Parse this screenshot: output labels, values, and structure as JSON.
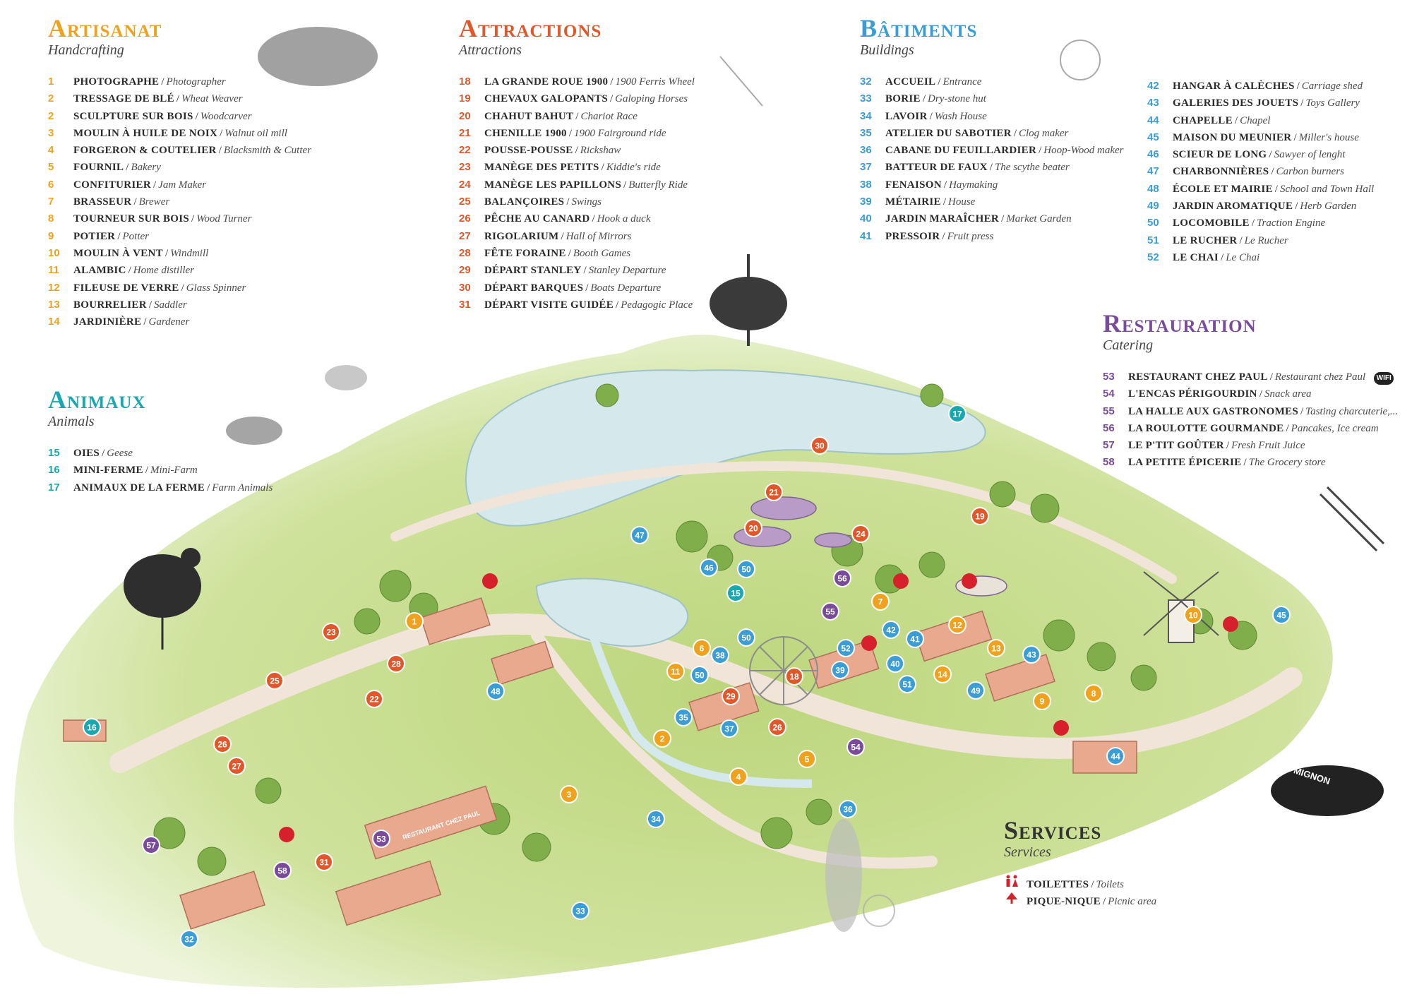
{
  "artisanat": {
    "title": "Artisanat",
    "subtitle": "Handcrafting",
    "items": [
      {
        "num": "1",
        "fr": "Photographe",
        "en": "Photographer"
      },
      {
        "num": "2",
        "fr": "Tressage de blé",
        "en": "Wheat Weaver"
      },
      {
        "num": "2",
        "fr": "Sculpture sur bois",
        "en": "Woodcarver"
      },
      {
        "num": "3",
        "fr": "Moulin à huile de noix",
        "en": "Walnut oil mill"
      },
      {
        "num": "4",
        "fr": "Forgeron & coutelier",
        "en": "Blacksmith & Cutter"
      },
      {
        "num": "5",
        "fr": "Fournil",
        "en": "Bakery"
      },
      {
        "num": "6",
        "fr": "Confiturier",
        "en": "Jam Maker"
      },
      {
        "num": "7",
        "fr": "Brasseur",
        "en": "Brewer"
      },
      {
        "num": "8",
        "fr": "Tourneur sur bois",
        "en": "Wood Turner"
      },
      {
        "num": "9",
        "fr": "Potier",
        "en": "Potter"
      },
      {
        "num": "10",
        "fr": "Moulin à vent",
        "en": "Windmill"
      },
      {
        "num": "11",
        "fr": "Alambic",
        "en": "Home distiller"
      },
      {
        "num": "12",
        "fr": "Fileuse de verre",
        "en": "Glass Spinner"
      },
      {
        "num": "13",
        "fr": "Bourrelier",
        "en": "Saddler"
      },
      {
        "num": "14",
        "fr": "Jardinière",
        "en": "Gardener"
      }
    ]
  },
  "attractions": {
    "title": "Attractions",
    "subtitle": "Attractions",
    "items": [
      {
        "num": "18",
        "fr": "La Grande Roue 1900",
        "en": "1900 Ferris Wheel"
      },
      {
        "num": "19",
        "fr": "Chevaux Galopants",
        "en": "Galoping Horses"
      },
      {
        "num": "20",
        "fr": "Chahut Bahut",
        "en": "Chariot Race"
      },
      {
        "num": "21",
        "fr": "Chenille 1900",
        "en": "1900 Fairground ride"
      },
      {
        "num": "22",
        "fr": "Pousse-pousse",
        "en": "Rickshaw"
      },
      {
        "num": "23",
        "fr": "Manège des petits",
        "en": "Kiddie's ride"
      },
      {
        "num": "24",
        "fr": "Manège les papillons",
        "en": "Butterfly Ride"
      },
      {
        "num": "25",
        "fr": "Balançoires",
        "en": "Swings"
      },
      {
        "num": "26",
        "fr": "Pêche au canard",
        "en": "Hook a duck"
      },
      {
        "num": "27",
        "fr": "Rigolarium",
        "en": "Hall of Mirrors"
      },
      {
        "num": "28",
        "fr": "Fête foraine",
        "en": "Booth Games"
      },
      {
        "num": "29",
        "fr": "Départ Stanley",
        "en": "Stanley Departure"
      },
      {
        "num": "30",
        "fr": "Départ barques",
        "en": "Boats Departure"
      },
      {
        "num": "31",
        "fr": "Départ visite guidée",
        "en": "Pedagogic Place"
      }
    ]
  },
  "batiments": {
    "title": "Bâtiments",
    "subtitle": "Buildings",
    "col1": [
      {
        "num": "32",
        "fr": "Accueil",
        "en": "Entrance"
      },
      {
        "num": "33",
        "fr": "Borie",
        "en": "Dry-stone hut"
      },
      {
        "num": "34",
        "fr": "Lavoir",
        "en": "Wash House"
      },
      {
        "num": "35",
        "fr": "Atelier du sabotier",
        "en": "Clog maker"
      },
      {
        "num": "36",
        "fr": "Cabane du feuillardier",
        "en": "Hoop-Wood maker"
      },
      {
        "num": "37",
        "fr": "Batteur de faux",
        "en": "The scythe beater"
      },
      {
        "num": "38",
        "fr": "Fenaison",
        "en": "Haymaking"
      },
      {
        "num": "39",
        "fr": "Métairie",
        "en": "House"
      },
      {
        "num": "40",
        "fr": "Jardin maraîcher",
        "en": "Market Garden"
      },
      {
        "num": "41",
        "fr": "Pressoir",
        "en": "Fruit press"
      }
    ],
    "col2": [
      {
        "num": "42",
        "fr": "Hangar à calèches",
        "en": "Carriage shed"
      },
      {
        "num": "43",
        "fr": "Galeries des jouets",
        "en": "Toys Gallery"
      },
      {
        "num": "44",
        "fr": "Chapelle",
        "en": "Chapel"
      },
      {
        "num": "45",
        "fr": "Maison du meunier",
        "en": "Miller's house"
      },
      {
        "num": "46",
        "fr": "Scieur de long",
        "en": "Sawyer of lenght"
      },
      {
        "num": "47",
        "fr": "Charbonnières",
        "en": "Carbon burners"
      },
      {
        "num": "48",
        "fr": "École et mairie",
        "en": "School and Town Hall"
      },
      {
        "num": "49",
        "fr": "Jardin aromatique",
        "en": "Herb Garden"
      },
      {
        "num": "50",
        "fr": "Locomobile",
        "en": "Traction Engine"
      },
      {
        "num": "51",
        "fr": "Le rucher",
        "en": "Le Rucher"
      },
      {
        "num": "52",
        "fr": "Le chai",
        "en": "Le Chai"
      }
    ]
  },
  "animaux": {
    "title": "Animaux",
    "subtitle": "Animals",
    "items": [
      {
        "num": "15",
        "fr": "Oies",
        "en": "Geese"
      },
      {
        "num": "16",
        "fr": "Mini-ferme",
        "en": "Mini-Farm"
      },
      {
        "num": "17",
        "fr": "Animaux de la ferme",
        "en": "Farm Animals"
      }
    ]
  },
  "restauration": {
    "title": "Restauration",
    "subtitle": "Catering",
    "wifi_label": "WIFI",
    "items": [
      {
        "num": "53",
        "fr": "Restaurant chez Paul",
        "en": "Restaurant chez Paul"
      },
      {
        "num": "54",
        "fr": "L'encas périgourdin",
        "en": "Snack area"
      },
      {
        "num": "55",
        "fr": "La halle aux gastronomes",
        "en": "Tasting charcuterie,..."
      },
      {
        "num": "56",
        "fr": "La roulotte gourmande",
        "en": "Pancakes, Ice cream"
      },
      {
        "num": "57",
        "fr": "Le p'tit goûter",
        "en": "Fresh Fruit Juice"
      },
      {
        "num": "58",
        "fr": "La petite épicerie",
        "en": "The Grocery store"
      }
    ]
  },
  "services": {
    "title": "Services",
    "subtitle": "Services",
    "items": [
      {
        "icon": "toilets-icon",
        "fr": "Toilettes",
        "en": "Toilets"
      },
      {
        "icon": "picnic-icon",
        "fr": "Pique-nique",
        "en": "Picnic area"
      }
    ]
  },
  "map": {
    "restaurant_sign": "RESTAURANT CHEZ PAUL",
    "hat_ribbon": "MIGNON",
    "markers": [
      {
        "n": "1",
        "c": "artisanat"
      },
      {
        "n": "2",
        "c": "artisanat"
      },
      {
        "n": "3",
        "c": "artisanat"
      },
      {
        "n": "4",
        "c": "artisanat"
      },
      {
        "n": "5",
        "c": "artisanat"
      },
      {
        "n": "6",
        "c": "artisanat"
      },
      {
        "n": "7",
        "c": "artisanat"
      },
      {
        "n": "8",
        "c": "artisanat"
      },
      {
        "n": "9",
        "c": "artisanat"
      },
      {
        "n": "10",
        "c": "artisanat"
      },
      {
        "n": "11",
        "c": "artisanat"
      },
      {
        "n": "12",
        "c": "artisanat"
      },
      {
        "n": "13",
        "c": "artisanat"
      },
      {
        "n": "14",
        "c": "artisanat"
      },
      {
        "n": "15",
        "c": "animaux"
      },
      {
        "n": "16",
        "c": "animaux"
      },
      {
        "n": "17",
        "c": "animaux"
      },
      {
        "n": "18",
        "c": "attractions"
      },
      {
        "n": "19",
        "c": "attractions"
      },
      {
        "n": "20",
        "c": "attractions"
      },
      {
        "n": "21",
        "c": "attractions"
      },
      {
        "n": "22",
        "c": "attractions"
      },
      {
        "n": "23",
        "c": "attractions"
      },
      {
        "n": "24",
        "c": "attractions"
      },
      {
        "n": "25",
        "c": "attractions"
      },
      {
        "n": "26",
        "c": "attractions"
      },
      {
        "n": "26",
        "c": "attractions"
      },
      {
        "n": "27",
        "c": "attractions"
      },
      {
        "n": "28",
        "c": "attractions"
      },
      {
        "n": "29",
        "c": "attractions"
      },
      {
        "n": "30",
        "c": "attractions"
      },
      {
        "n": "31",
        "c": "attractions"
      },
      {
        "n": "32",
        "c": "batiments"
      },
      {
        "n": "33",
        "c": "batiments"
      },
      {
        "n": "34",
        "c": "batiments"
      },
      {
        "n": "35",
        "c": "batiments"
      },
      {
        "n": "36",
        "c": "batiments"
      },
      {
        "n": "37",
        "c": "batiments"
      },
      {
        "n": "38",
        "c": "batiments"
      },
      {
        "n": "39",
        "c": "batiments"
      },
      {
        "n": "40",
        "c": "batiments"
      },
      {
        "n": "41",
        "c": "batiments"
      },
      {
        "n": "42",
        "c": "batiments"
      },
      {
        "n": "43",
        "c": "batiments"
      },
      {
        "n": "44",
        "c": "batiments"
      },
      {
        "n": "45",
        "c": "batiments"
      },
      {
        "n": "46",
        "c": "batiments"
      },
      {
        "n": "47",
        "c": "batiments"
      },
      {
        "n": "48",
        "c": "batiments"
      },
      {
        "n": "49",
        "c": "batiments"
      },
      {
        "n": "50",
        "c": "batiments"
      },
      {
        "n": "50",
        "c": "batiments"
      },
      {
        "n": "50",
        "c": "batiments"
      },
      {
        "n": "51",
        "c": "batiments"
      },
      {
        "n": "52",
        "c": "batiments"
      },
      {
        "n": "53",
        "c": "restauration"
      },
      {
        "n": "54",
        "c": "restauration"
      },
      {
        "n": "55",
        "c": "restauration"
      },
      {
        "n": "56",
        "c": "restauration"
      },
      {
        "n": "57",
        "c": "restauration"
      },
      {
        "n": "58",
        "c": "restauration"
      }
    ]
  },
  "colors": {
    "artisanat": "#f0a21e",
    "attractions": "#e2572a",
    "batiments": "#3a9dd6",
    "animaux": "#19a7b0",
    "restauration": "#7a4b9a",
    "service_red": "#d6202b",
    "grass": "#c6dc8e",
    "path": "#f1e4d8",
    "water": "#cfe6ea"
  }
}
